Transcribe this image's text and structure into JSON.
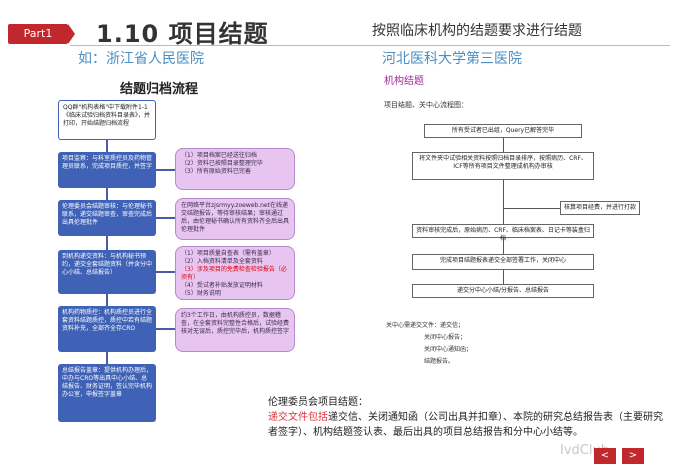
{
  "header": {
    "part_label": "Part1",
    "title": "1.10 项目结题",
    "subtitle": "按照临床机构的结题要求进行结题"
  },
  "left": {
    "heading": "如：浙江省人民医院",
    "flow_title": "结题归档流程",
    "steps": [
      {
        "text": "QQ群\"机构表格\"中下载附件1-1《临床试验归档资料目录表》，并打印，开始结题归档流程",
        "highlight": ""
      },
      {
        "text": "项目监察：与科室质控员及药物管理员联系，完成项目质控，并签字",
        "highlight": "项目监察：与科室质控员及药物管理员"
      },
      {
        "text": "伦理委员会结题审核：与伦理秘书联系，递交结题审查，审查完成后出具伦理批件",
        "highlight": "伦理委员会结题审核：与伦理秘书"
      },
      {
        "text": "到机构递交资料：与机构秘书预约，递交全套结题资料（并含分中心小结、总结报告）",
        "highlight": "到机构递交资料：与机构秘书"
      },
      {
        "text": "机构药物质控：机构质控员进行全套资料结题质控，质控中若有结题资料补充，全部齐全存CRO",
        "highlight": "机构药物质控："
      },
      {
        "text": "总结报告盖章：提供机构办理后，中办与CRO等出具中心小结、总结报告、财务证明，签认完毕机构办公室，申报签字盖章",
        "highlight": "总结报告盖章："
      }
    ],
    "notes": [
      {
        "lines": [
          "（1）项目档案已经送往归档",
          "（2）资料已按照目录整理完毕",
          "（3）所有原始资料已完善"
        ]
      },
      {
        "lines": [
          "在网络平台zjsrmyy.zoeweb.net在线递交结题报告，等待审核结果；审核通过后，由伦理秘书确认所有资料齐全后出具伦理批件"
        ]
      },
      {
        "lines": [
          "（1）项目质量自查表（需有盖章）",
          "（2）入档资料清单及全套资料",
          "（3）涉及项目的免费检查检验报告（必须有）",
          "（4）受试者补贴发放证明材料",
          "（5）财务说明"
        ]
      },
      {
        "lines": [
          "约3个工作日，由机构质控员，数据稽查，在全套资料完整性合格后，试验经费核对无误后，质控完毕后，机构质控签字"
        ]
      }
    ]
  },
  "right": {
    "heading": "河北医科大学第三医院",
    "subheading": "机构结题",
    "flow_label": "项目结题、关中心流程图：",
    "flow_boxes": [
      "所有受试者已出组，Query已解答完毕",
      "将文件夹中试验相关资料按照归档目录排序，按照病历、CRF、ICF等所有项目文件整理成机构办审核",
      "核算项目经费，并进行打款",
      "资料审核完成后，原始病历、CRF、临床档案表、日记卡等装盒归档",
      "完成项目结题报表递交全部签署工作，关闭中心",
      "递交分中心小结/分报告、总结报告"
    ],
    "notes_title": "关中心需递交文件：递交信；",
    "notes_items": [
      "关闭中心报告；",
      "关闭中心通知函；",
      "结题报告。"
    ]
  },
  "ethics": {
    "title": "伦理委员会项目结题：",
    "prefix": "递交文件包括",
    "body": "递交信、关闭通知函（公司出具并扣章）、本院的研究总结报告表（主要研究者签字）、机构结题签认表、最后出具的项目总结报告和分中心小结等。"
  },
  "watermark": "IvdClub",
  "nav": {
    "prev": "<",
    "next": ">"
  },
  "colors": {
    "accent": "#c0282d",
    "heading_blue": "#4a8fc4",
    "box_blue": "#3f62b6",
    "box_purple": "#e7c5f0"
  }
}
